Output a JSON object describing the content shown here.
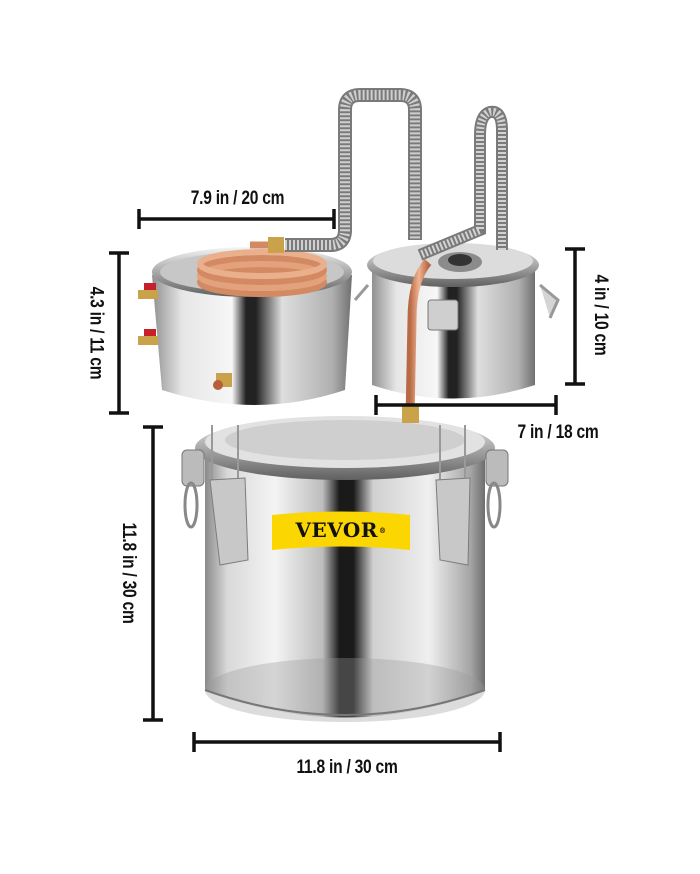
{
  "product": {
    "brand": "VEVOR",
    "brand_mark": "®",
    "brand_color": "#fcd600",
    "description_visual": "Stainless steel moonshine still / alcohol distiller kit with copper coil condenser, thumper keg and boiler pot, shown with dimension annotations"
  },
  "dimensions": {
    "condenser_width": {
      "label": "7.9 in / 20 cm"
    },
    "condenser_height": {
      "label": "4.3 in / 11 cm"
    },
    "thumper_height": {
      "label": "4 in / 10 cm"
    },
    "thumper_width": {
      "label": "7 in / 18 cm"
    },
    "boiler_height": {
      "label": "11.8 in / 30 cm"
    },
    "boiler_width": {
      "label": "11.8 in / 30 cm"
    }
  },
  "colors": {
    "background": "#ffffff",
    "dimension_line": "#111111",
    "steel_light": "#eeeeee",
    "steel_mid": "#b9b9b9",
    "steel_dark": "#5a5a5a",
    "copper": "#d8916a",
    "brass": "#c9a24a",
    "valve_red": "#c8202a"
  }
}
